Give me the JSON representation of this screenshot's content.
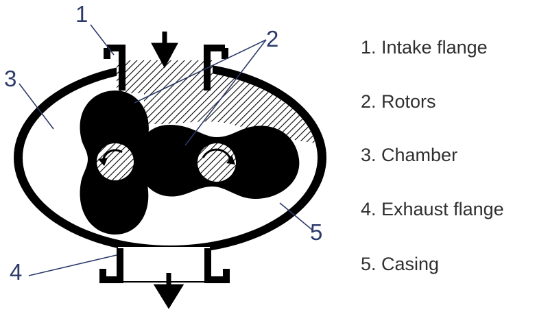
{
  "callouts": [
    "1",
    "2",
    "3",
    "4",
    "5"
  ],
  "legend": [
    "1. Intake flange",
    "2. Rotors",
    "3. Chamber",
    "4. Exhaust flange",
    "5. Casing"
  ],
  "colors": {
    "ink": "#000000",
    "callout_line": "#2b3a6b",
    "legend_text": "#2f2f2f",
    "background": "#ffffff"
  },
  "icons": [
    "intake-arrow-icon",
    "exhaust-arrow-icon"
  ]
}
